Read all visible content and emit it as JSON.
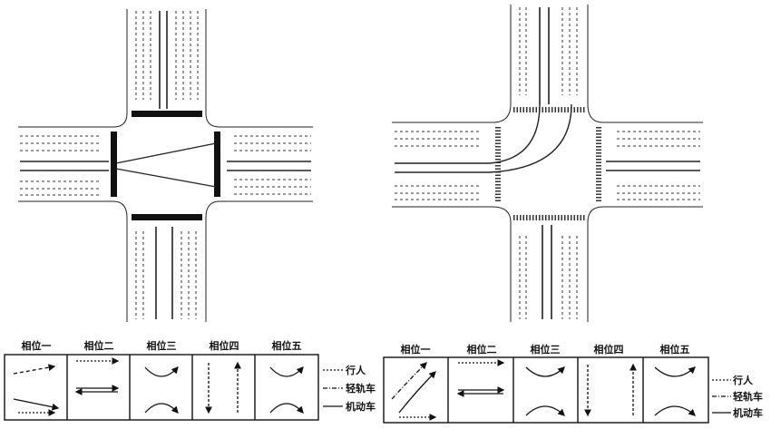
{
  "diagrams": [
    {
      "id": "left",
      "phases": [
        "相位一",
        "相位二",
        "相位三",
        "相位四",
        "相位五"
      ],
      "legend": [
        "行人",
        "轻轨车",
        "机动车"
      ]
    },
    {
      "id": "right",
      "phases": [
        "相位一",
        "相位二",
        "相位三",
        "相位四",
        "相位五"
      ],
      "legend": [
        "行人",
        "轻轨车",
        "机动车"
      ]
    }
  ]
}
